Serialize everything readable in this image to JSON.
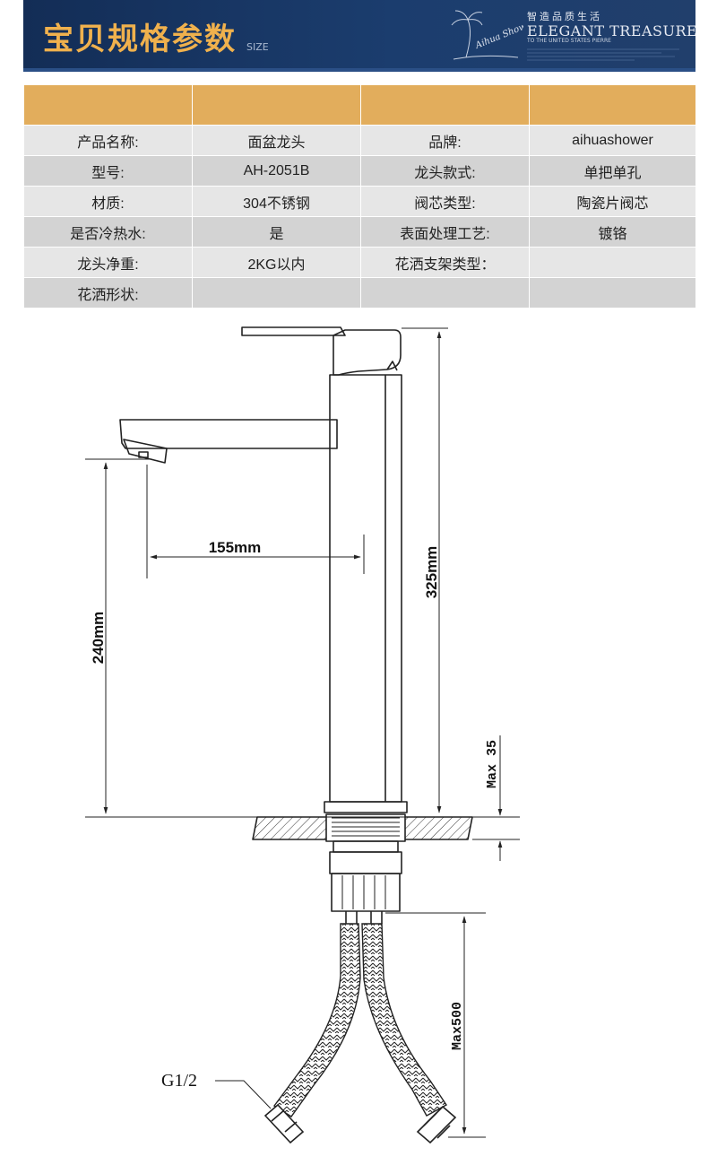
{
  "banner": {
    "title": "宝贝规格参数",
    "subtitle": "SIZE",
    "brand_cn": "智造品质生活",
    "brand_en": "ELEGANT TREASURES",
    "brand_small": "TO THE UNITED STATES PIERRE",
    "logo_text": "Aihua Shower",
    "colors": {
      "background": "#1b3d6e",
      "title": "#f0b14d"
    }
  },
  "spec_table": {
    "header_color": "#e2ad5c",
    "rows": [
      [
        "产品名称:",
        "面盆龙头",
        "品牌:",
        "aihuashower"
      ],
      [
        "型号:",
        "AH-2051B",
        "龙头款式:",
        "单把单孔"
      ],
      [
        "材质:",
        "304不锈钢",
        "阀芯类型:",
        "陶瓷片阀芯"
      ],
      [
        "是否冷热水:",
        "是",
        "表面处理工艺:",
        "镀铬"
      ],
      [
        "龙头净重:",
        "2KG以内",
        "花洒支架类型：",
        ""
      ],
      [
        "花洒形状:",
        "",
        "",
        ""
      ]
    ]
  },
  "diagram": {
    "dim_spout_reach": "155mm",
    "dim_total_height": "325mm",
    "dim_spout_height": "240mm",
    "dim_deck_thickness": "Max 35",
    "dim_hose_length": "Max500",
    "thread_label": "G1/2"
  }
}
